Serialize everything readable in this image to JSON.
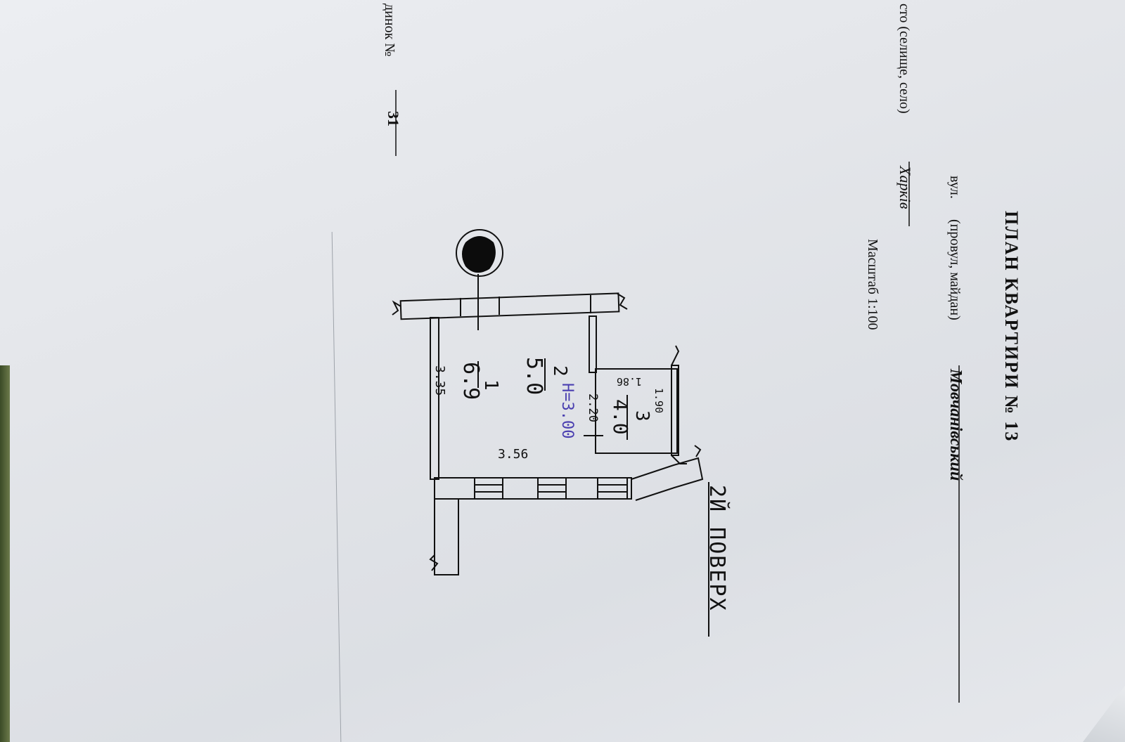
{
  "document": {
    "title": "ПЛАН КВАРТИРИ № 13",
    "scale": "Масштаб 1:100",
    "street_prefix": "вул.",
    "street_types": "(провул, майдан)",
    "street_name": "Мовчанівський",
    "building_label": "динок №",
    "building_number": "31",
    "city_label": "сто (селище, село)",
    "city_name": "Харків",
    "floor_label": "2Й ПОВЕРХ"
  },
  "plan": {
    "rooms": [
      {
        "number": "1",
        "area": "6.9"
      },
      {
        "number": "2",
        "area": "5.0"
      },
      {
        "number": "3",
        "area": "4.0"
      }
    ],
    "dimensions": [
      "3.35",
      "3.56",
      "2.20",
      "1.86",
      "1.90"
    ],
    "height": "H=3.00"
  },
  "colors": {
    "paper": "#e6e8ec",
    "ink": "#1a1a1a",
    "pen_blue": "#4a3fb0"
  }
}
